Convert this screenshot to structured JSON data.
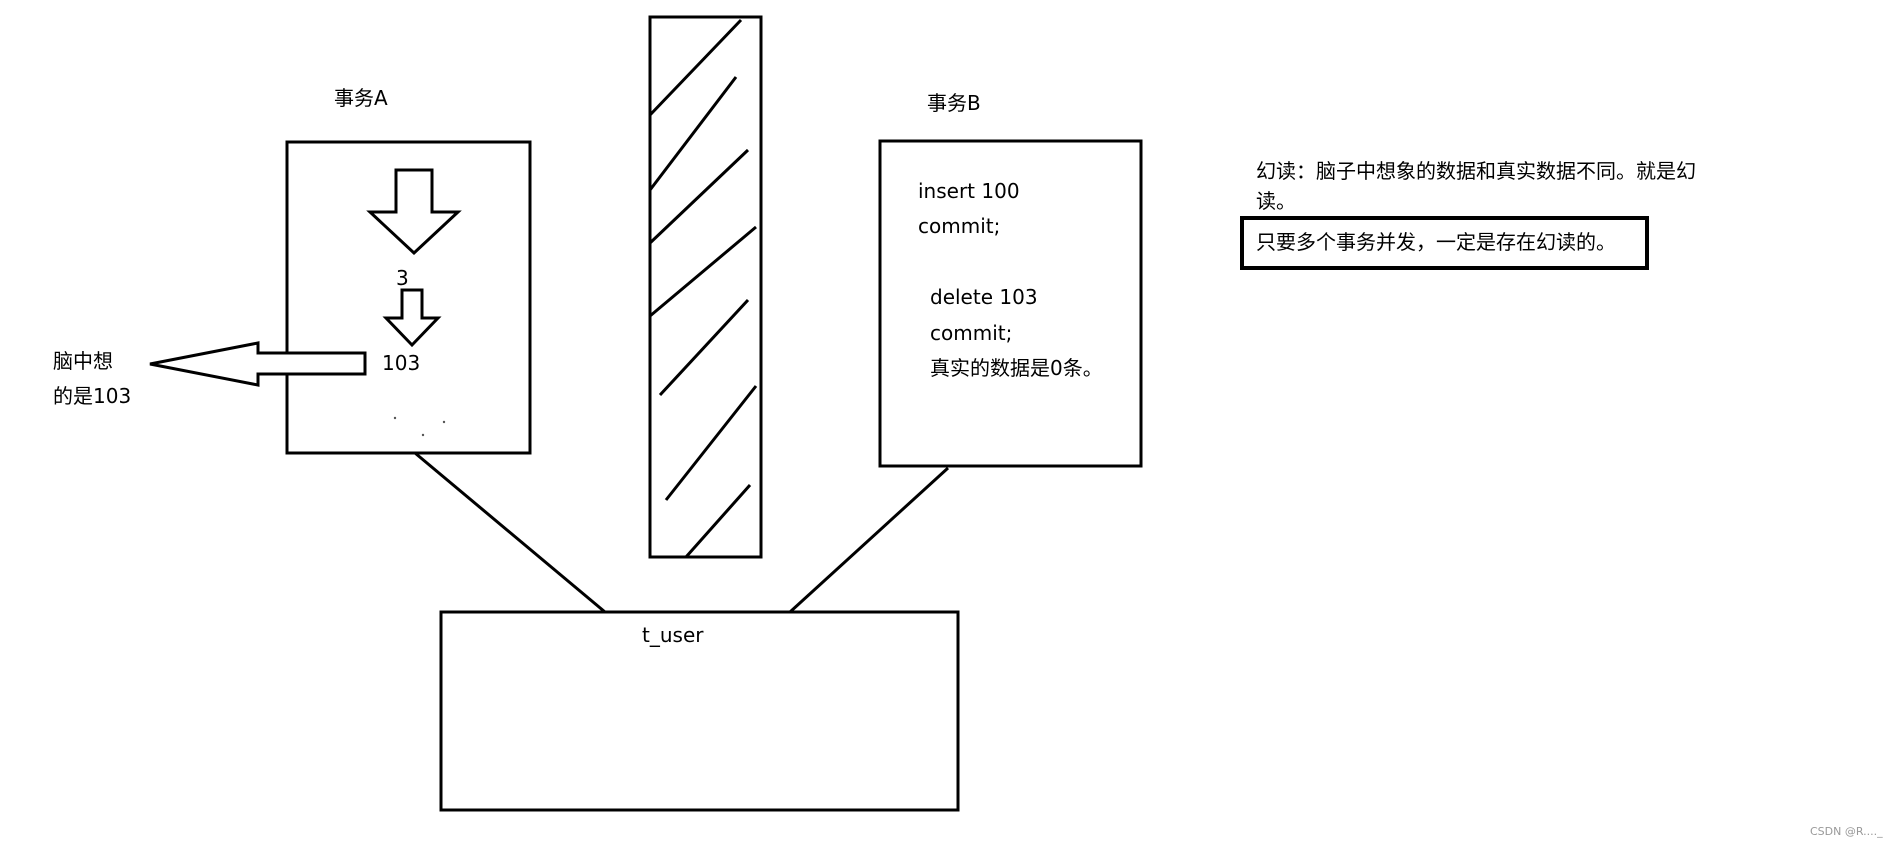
{
  "transaction_a": {
    "title": "事务A",
    "value_3": "3",
    "value_103": "103"
  },
  "brain_label": {
    "line1": "脑中想",
    "line2": "的是103"
  },
  "transaction_b": {
    "title": "事务B",
    "lines": [
      "insert 100",
      "commit;",
      "delete 103",
      "commit;",
      "真实的数据是0条。"
    ]
  },
  "table": {
    "name": "t_user"
  },
  "notes": {
    "phantom_read_definition": "幻读：脑子中想象的数据和真实数据不同。就是幻读。",
    "highlight": "只要多个事务并发，一定是存在幻读的。"
  },
  "watermark": "CSDN @R...._"
}
